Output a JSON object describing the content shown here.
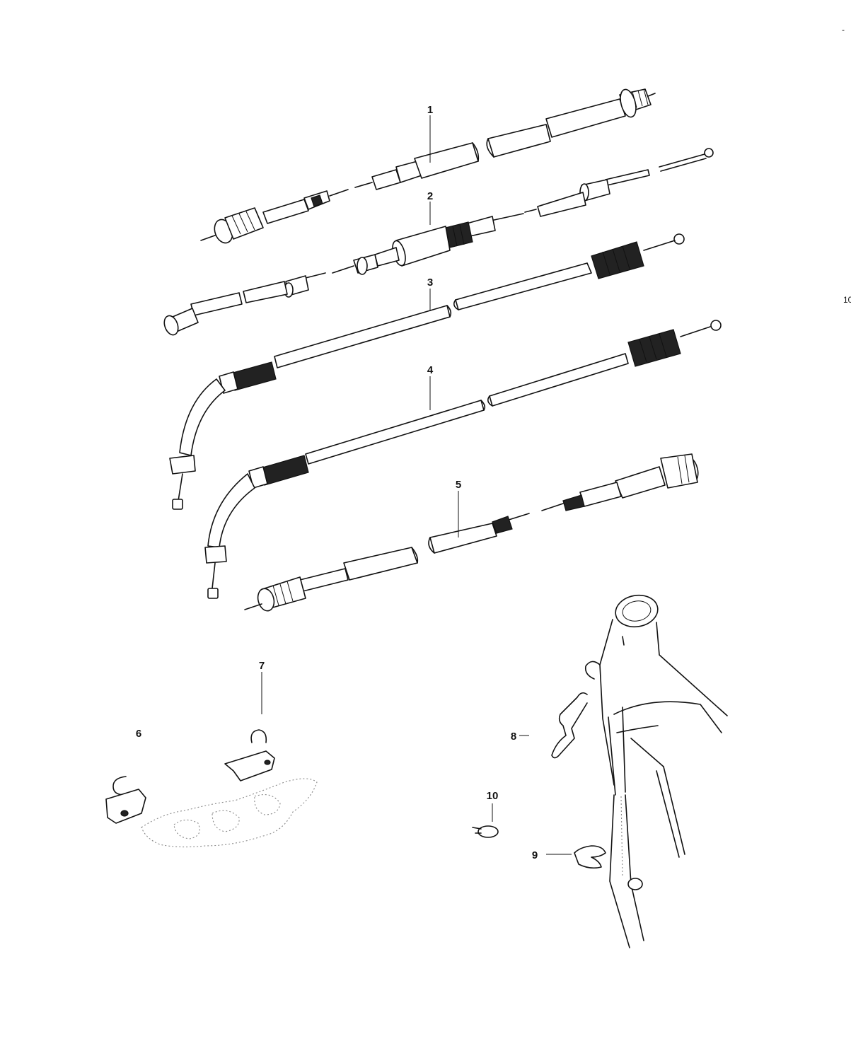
{
  "diagram": {
    "callouts": {
      "c1": "1",
      "c2": "2",
      "c3": "3",
      "c4": "4",
      "c5": "5",
      "c6": "6",
      "c7": "7",
      "c8": "8",
      "c9": "9",
      "c10": "10"
    },
    "edge_marks": {
      "right_edge_label": "10",
      "top_right_mark": "-"
    }
  }
}
